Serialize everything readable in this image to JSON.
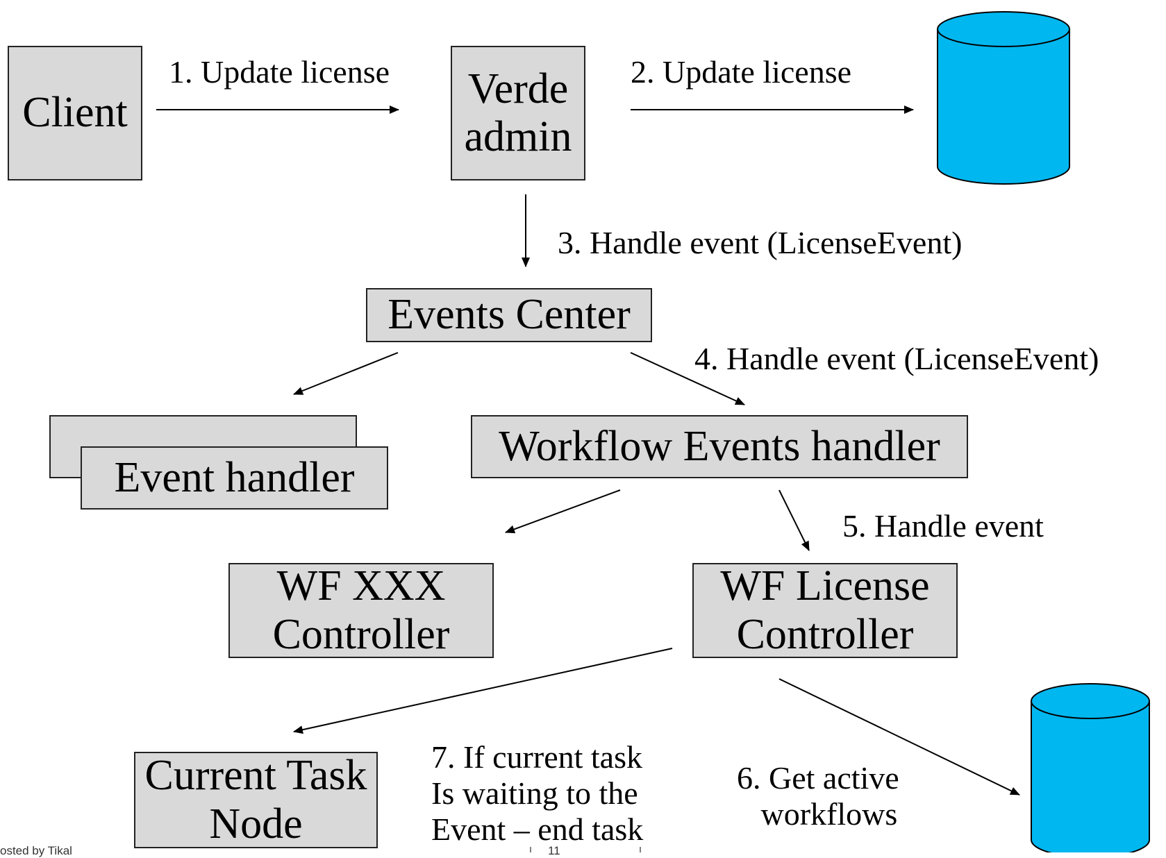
{
  "nodes": {
    "client": "Client",
    "verde_admin": "Verde\nadmin",
    "events_center": "Events Center",
    "event_handler": "Event handler",
    "workflow_events_handler": "Workflow Events handler",
    "wf_xxx_controller": "WF XXX\nController",
    "wf_license_controller": "WF License\nController",
    "current_task_node": "Current Task\nNode"
  },
  "edges": {
    "e1": "1. Update license",
    "e2": "2. Update license",
    "e3": "3. Handle event (LicenseEvent)",
    "e4": "4. Handle event (LicenseEvent)",
    "e5": "5. Handle event",
    "e6": "6. Get active\n   workflows",
    "e7": "7. If current task\nIs waiting to the\nEvent – end task"
  },
  "footer": {
    "left": "osted by Tikal",
    "page": "11"
  },
  "colors": {
    "box_fill": "#d9d9d9",
    "database_fill": "#00b7f0",
    "line": "#000000"
  },
  "icons": [
    "database-icon",
    "database-icon"
  ]
}
